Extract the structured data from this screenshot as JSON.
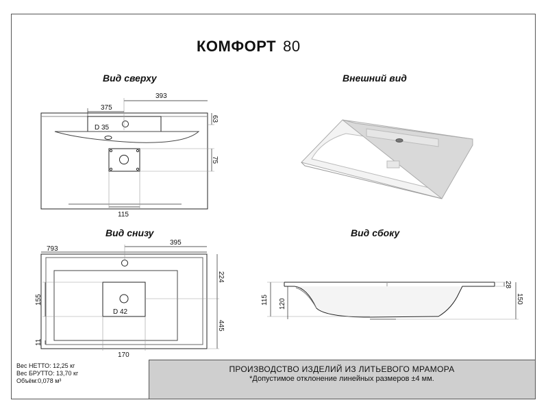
{
  "title": {
    "name": "КОМФОРТ",
    "size": "80"
  },
  "views": {
    "top": "Вид сверху",
    "exterior": "Внешний вид",
    "bottom": "Вид снизу",
    "side": "Вид сбоку"
  },
  "top_view_dims": {
    "d393": "393",
    "d375": "375",
    "d63": "63",
    "d75": "75",
    "d115": "115",
    "hole": "D 35"
  },
  "bottom_view_dims": {
    "d793": "793",
    "d395": "395",
    "d224": "224",
    "d445": "445",
    "d155": "155",
    "d11": "11",
    "d170": "170",
    "drain": "D 42"
  },
  "side_view_dims": {
    "d115": "115",
    "d120": "120",
    "d28": "28",
    "d150": "150"
  },
  "specs": {
    "net": "Вес НЕТТО: 12,25 кг",
    "gross": "Вес БРУТТО: 13,70 кг",
    "volume": "Объём:0,078 м³"
  },
  "footer": {
    "production": "ПРОИЗВОДСТВО ИЗДЕЛИЙ ИЗ ЛИТЬЕВОГО МРАМОРА",
    "tolerance": "*Допустимое отклонение линейных размеров ±4 мм."
  },
  "colors": {
    "frame": "#555555",
    "footer_bg": "#cfcfcf",
    "line": "#222222"
  }
}
